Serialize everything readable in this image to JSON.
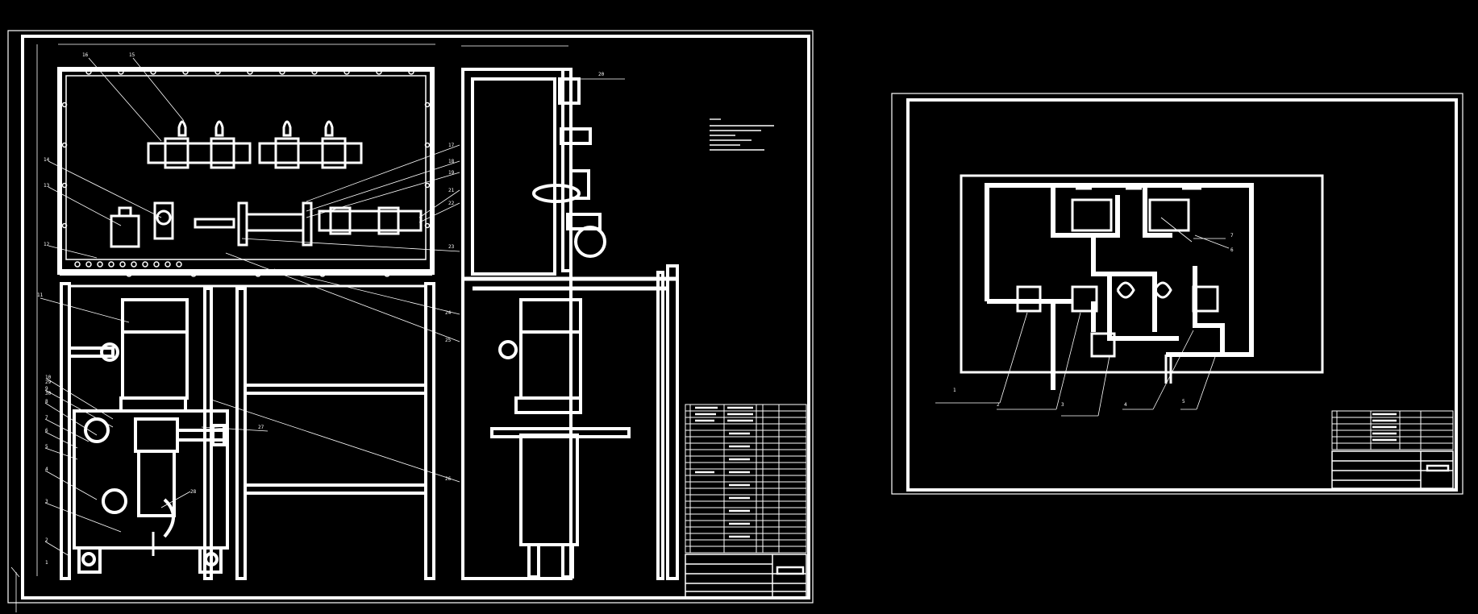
{
  "canvas": {
    "background": "#000000",
    "stroke": "#ffffff"
  },
  "left_sheet": {
    "part_labels": [
      "16",
      "15",
      "14",
      "13",
      "12",
      "11",
      "10",
      "9",
      "8",
      "7",
      "6",
      "5",
      "4",
      "3",
      "2",
      "1",
      "17",
      "18",
      "19",
      "20",
      "21",
      "22",
      "23",
      "24",
      "25",
      "26",
      "27",
      "28",
      "29",
      "30"
    ]
  },
  "right_sheet": {
    "callouts": [
      "1",
      "2",
      "3",
      "4",
      "5",
      "6",
      "7"
    ]
  }
}
